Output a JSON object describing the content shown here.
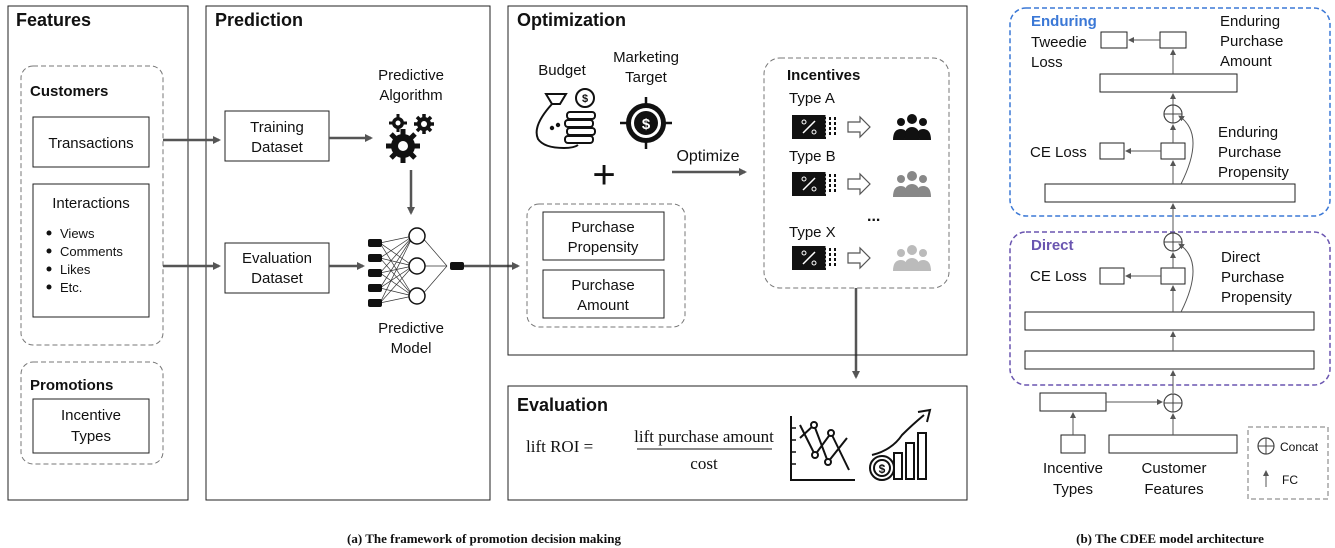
{
  "features": {
    "title": "Features",
    "customers": {
      "title": "Customers",
      "transactions": "Transactions",
      "interactions": "Interactions",
      "bullets": [
        "Views",
        "Comments",
        "Likes",
        "Etc."
      ]
    },
    "promotions": {
      "title": "Promotions",
      "incentive_line1": "Incentive",
      "incentive_line2": "Types"
    }
  },
  "prediction": {
    "title": "Prediction",
    "training_line1": "Training",
    "training_line2": "Dataset",
    "evaluation_line1": "Evaluation",
    "evaluation_line2": "Dataset",
    "algorithm_line1": "Predictive",
    "algorithm_line2": "Algorithm",
    "model_line1": "Predictive",
    "model_line2": "Model"
  },
  "optimization": {
    "title": "Optimization",
    "budget": "Budget",
    "target_line1": "Marketing",
    "target_line2": "Target",
    "plus": "+",
    "optimize": "Optimize",
    "propensity_line1": "Purchase",
    "propensity_line2": "Propensity",
    "amount_line1": "Purchase",
    "amount_line2": "Amount",
    "incentives": {
      "title": "Incentives",
      "types": [
        "Type A",
        "Type B",
        "Type X"
      ],
      "ellipsis": "..."
    }
  },
  "evaluation": {
    "title": "Evaluation",
    "formula_lhs": "lift ROI =",
    "numerator": "lift purchase amount",
    "denominator": "cost"
  },
  "captions": {
    "left": "(a) The framework of promotion decision making",
    "right": "(b) The CDEE model architecture"
  },
  "cdee": {
    "enduring": {
      "label": "Enduring",
      "tweedie_line1": "Tweedie",
      "tweedie_line2": "Loss",
      "amount_line1": "Enduring",
      "amount_line2": "Purchase",
      "amount_line3": "Amount",
      "ce_loss": "CE Loss",
      "propensity_line1": "Enduring",
      "propensity_line2": "Purchase",
      "propensity_line3": "Propensity"
    },
    "direct": {
      "label": "Direct",
      "ce_loss": "CE Loss",
      "propensity_line1": "Direct",
      "propensity_line2": "Purchase",
      "propensity_line3": "Propensity"
    },
    "inputs": {
      "incentive_line1": "Incentive",
      "incentive_line2": "Types",
      "customer_line1": "Customer",
      "customer_line2": "Features"
    },
    "legend": {
      "concat": "Concat",
      "fc": "FC"
    },
    "colors": {
      "enduring": "#3b78d6",
      "direct": "#6a55b0"
    }
  }
}
